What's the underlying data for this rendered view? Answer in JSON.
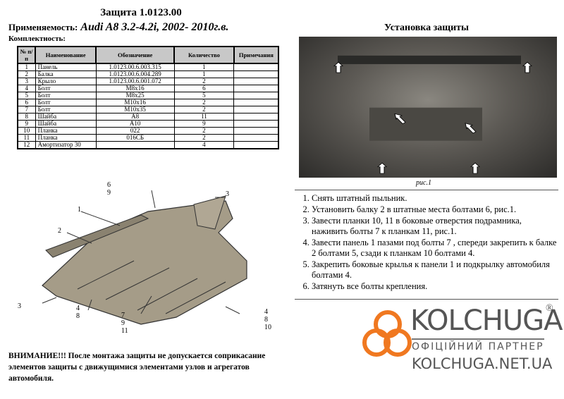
{
  "title": "Защита 1.0123.00",
  "applicability_label": "Применяемость:",
  "applicability_value": "Audi A8  3.2-4.2i,  2002- 2010г.в.",
  "kit_label": "Комплектность:",
  "table": {
    "headers": [
      "№ п/п",
      "Наименование",
      "Обозначение",
      "Количество",
      "Примечания"
    ],
    "rows": [
      [
        "1",
        "Панель",
        "1.0123.00.6.003.315",
        "1",
        ""
      ],
      [
        "2",
        "Балка",
        "1.0123.00.6.004.289",
        "1",
        ""
      ],
      [
        "3",
        "Крыло",
        "1.0123.00.6.001.072",
        "2",
        ""
      ],
      [
        "4",
        "Болт",
        "M8x16",
        "6",
        ""
      ],
      [
        "5",
        "Болт",
        "M8x25",
        "5",
        ""
      ],
      [
        "6",
        "Болт",
        "M10x16",
        "2",
        ""
      ],
      [
        "7",
        "Болт",
        "M10x35",
        "2",
        ""
      ],
      [
        "8",
        "Шайба",
        "A8",
        "11",
        ""
      ],
      [
        "9",
        "Шайба",
        "A10",
        "9",
        ""
      ],
      [
        "10",
        "Планка",
        "022",
        "2",
        ""
      ],
      [
        "11",
        "Планка",
        "016СБ",
        "2",
        ""
      ],
      [
        "12",
        "Амортизатор 30",
        "",
        "4",
        ""
      ]
    ]
  },
  "diagram_labels": {
    "l69": "6\n9",
    "l3a": "3",
    "l1": "1",
    "l2": "2",
    "l3b": "3",
    "l48": "4\n8",
    "l7911": "7\n9\n11",
    "l4810": "4\n8\n10"
  },
  "install_title": "Установка защиты",
  "photo_caption": "рис.1",
  "steps": [
    "Снять штатный пыльник.",
    "Установить балку 2 в штатные места болтами 6, рис.1.",
    "Завести планки 10, 11 в боковые отверстия подрамника, наживить болты 7 к планкам 11, рис.1.",
    "Завести панель 1 пазами под болты 7 , спереди закрепить к балке 2 болтами 5, сзади к планкам 10 болтами 4.",
    "Закрепить боковые крылья к панели 1 и подкрылку автомобиля болтами 4.",
    "Затянуть все болты крепления."
  ],
  "warning": "ВНИМАНИЕ!!! После монтажа защиты не допускается соприкасание элементов защиты с движущимися элементами узлов и агрегатов автомобиля.",
  "logo": {
    "name": "KOLCHUGA",
    "reg": "®",
    "partner": "ОФІЦІЙНИЙ ПАРТНЕР",
    "url": "KOLCHUGA.NET.UA",
    "color": "#f07820"
  }
}
